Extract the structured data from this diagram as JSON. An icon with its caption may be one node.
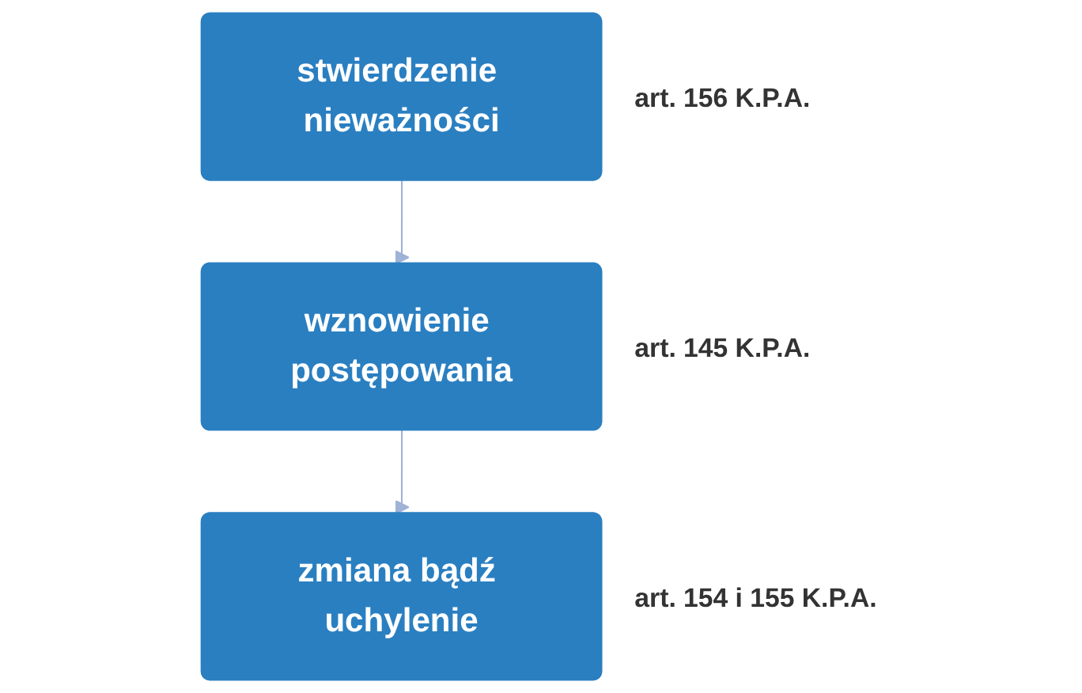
{
  "diagram": {
    "nodes": [
      {
        "text": [
          "stwierdzenie nieważności"
        ],
        "beside": [
          "art. 156 K.P.A."
        ]
      },
      {
        "text": [
          "wznowienie postępowania"
        ],
        "beside": [
          "art. 145 K.P.A."
        ]
      },
      {
        "text": [
          "zmiana bądź uchylenie"
        ],
        "beside": [
          "art. 154 i 155 K.P.A."
        ]
      }
    ],
    "edges": [
      {
        "from": 0,
        "to": 1,
        "arrow": "to"
      },
      {
        "from": 1,
        "to": 2,
        "arrow": "to"
      }
    ]
  }
}
